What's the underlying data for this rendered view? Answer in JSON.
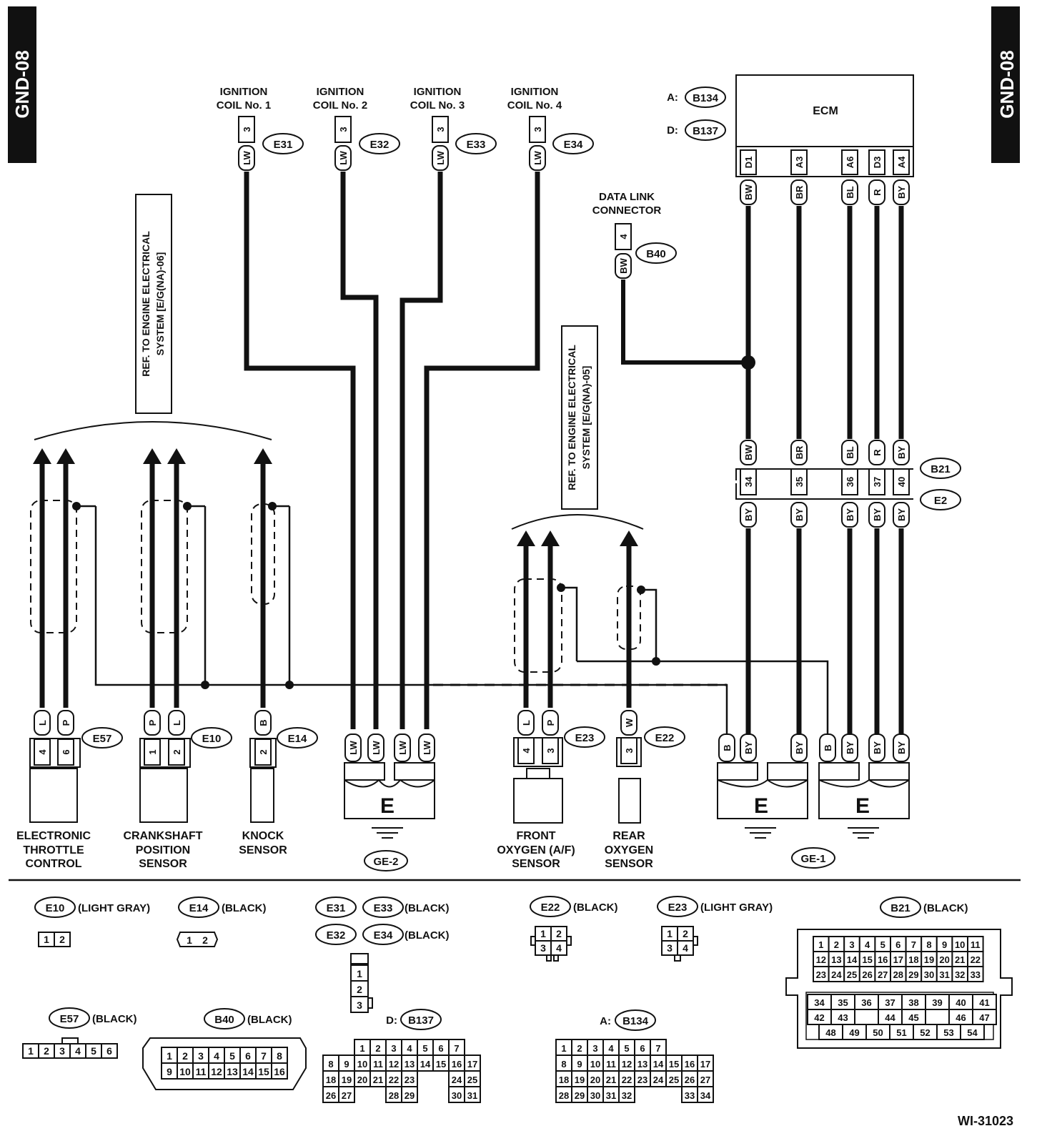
{
  "page_id": {
    "left": "GND-08",
    "right": "GND-08",
    "code": "WI-31023"
  },
  "labels": {
    "ecm": "ECM",
    "ecm_conn_a_prefix": "A:",
    "ecm_conn_a": "B134",
    "ecm_conn_d_prefix": "D:",
    "ecm_conn_d": "B137",
    "ref_left_line1": "REF. TO ENGINE ELECTRICAL",
    "ref_left_line2": "SYSTEM [E/G(NA)-06]",
    "ref_mid_line1": "REF. TO ENGINE ELECTRICAL",
    "ref_mid_line2": "SYSTEM [E/G(NA)-05]",
    "dlc_line1": "DATA LINK",
    "dlc_line2": "CONNECTOR",
    "dlc_pin": "4",
    "dlc_wire": "BW",
    "dlc_conn": "B40",
    "ground_letter": "E",
    "ge2": "GE-2",
    "ge1": "GE-1",
    "jc_top": "B21",
    "jc_bottom": "E2"
  },
  "coils": [
    {
      "line1": "IGNITION",
      "line2": "COIL No. 1",
      "pin": "3",
      "wire": "LW",
      "conn": "E31"
    },
    {
      "line1": "IGNITION",
      "line2": "COIL No. 2",
      "pin": "3",
      "wire": "LW",
      "conn": "E32"
    },
    {
      "line1": "IGNITION",
      "line2": "COIL No. 3",
      "pin": "3",
      "wire": "LW",
      "conn": "E33"
    },
    {
      "line1": "IGNITION",
      "line2": "COIL No. 4",
      "pin": "3",
      "wire": "LW",
      "conn": "E34"
    }
  ],
  "ecm_pins": [
    {
      "pin": "D1",
      "wire": "BW",
      "jc_pin": "34",
      "lower_wire": "BY"
    },
    {
      "pin": "A3",
      "wire": "BR",
      "jc_pin": "35",
      "lower_wire": "BY"
    },
    {
      "pin": "A6",
      "wire": "BL",
      "jc_pin": "36",
      "lower_wire": "BY"
    },
    {
      "pin": "D3",
      "wire": "R",
      "jc_pin": "37",
      "lower_wire": "BY"
    },
    {
      "pin": "A4",
      "wire": "BY",
      "jc_pin": "40",
      "lower_wire": "BY"
    }
  ],
  "sensors": {
    "etc": {
      "line1": "ELECTRONIC",
      "line2": "THROTTLE",
      "line3": "CONTROL",
      "conn": "E57",
      "wires": [
        "L",
        "P"
      ],
      "pins": [
        "4",
        "6"
      ]
    },
    "crank": {
      "line1": "CRANKSHAFT",
      "line2": "POSITION",
      "line3": "SENSOR",
      "conn": "E10",
      "wires": [
        "P",
        "L"
      ],
      "pins": [
        "1",
        "2"
      ]
    },
    "knock": {
      "line1": "KNOCK",
      "line2": "SENSOR",
      "conn": "E14",
      "wires": [
        "B"
      ],
      "pins": [
        "2"
      ]
    },
    "front_o2": {
      "line1": "FRONT",
      "line2": "OXYGEN (A/F)",
      "line3": "SENSOR",
      "conn": "E23",
      "wires": [
        "L",
        "P"
      ],
      "pins": [
        "4",
        "3"
      ]
    },
    "rear_o2": {
      "line1": "REAR",
      "line2": "OXYGEN",
      "line3": "SENSOR",
      "conn": "E22",
      "wires": [
        "W"
      ],
      "pins": [
        "3"
      ]
    }
  },
  "ground_wires": {
    "ge2": [
      "LW",
      "LW",
      "LW",
      "LW"
    ],
    "ge1_left": [
      "B",
      "BY",
      "BY"
    ],
    "ge1_right": [
      "B",
      "BY",
      "BY",
      "BY"
    ]
  },
  "legend": {
    "e10": {
      "id": "E10",
      "color": "(LIGHT GRAY)",
      "pins": [
        "1",
        "2"
      ]
    },
    "e14": {
      "id": "E14",
      "color": "(BLACK)",
      "pins": [
        "1",
        "2"
      ]
    },
    "e31": "E31",
    "e33": "E33",
    "e32": "E32",
    "e34": "E34",
    "coil_color_1": "(BLACK)",
    "coil_color_2": "(BLACK)",
    "coil_pins": [
      "1",
      "2",
      "3"
    ],
    "e22": {
      "id": "E22",
      "color": "(BLACK)",
      "pins": [
        "1",
        "2",
        "3",
        "4"
      ]
    },
    "e23": {
      "id": "E23",
      "color": "(LIGHT GRAY)",
      "pins": [
        "1",
        "2",
        "3",
        "4"
      ]
    },
    "b21": {
      "id": "B21",
      "color": "(BLACK)",
      "top_pins": [
        "1",
        "2",
        "3",
        "4",
        "5",
        "6",
        "7",
        "8",
        "9",
        "10",
        "11",
        "12",
        "13",
        "14",
        "15",
        "16",
        "17",
        "18",
        "19",
        "20",
        "21",
        "22",
        "23",
        "24",
        "25",
        "26",
        "27",
        "28",
        "29",
        "30",
        "31",
        "32",
        "33"
      ],
      "bottom_pins": [
        "34",
        "35",
        "36",
        "37",
        "38",
        "39",
        "40",
        "41",
        "42",
        "43",
        "",
        "44",
        "45",
        "",
        "46",
        "47",
        "48",
        "49",
        "50",
        "51",
        "52",
        "53",
        "54"
      ]
    },
    "e57": {
      "id": "E57",
      "color": "(BLACK)",
      "pins": [
        "1",
        "2",
        "3",
        "4",
        "5",
        "6"
      ]
    },
    "b40": {
      "id": "B40",
      "color": "(BLACK)",
      "pins": [
        "1",
        "2",
        "3",
        "4",
        "5",
        "6",
        "7",
        "8",
        "9",
        "10",
        "11",
        "12",
        "13",
        "14",
        "15",
        "16"
      ]
    },
    "b137": {
      "prefix": "D:",
      "id": "B137",
      "rows": [
        [
          "",
          "1",
          "2",
          "3",
          "4",
          "5",
          "6",
          "7"
        ],
        [
          "8",
          "9",
          "10",
          "11",
          "12",
          "13",
          "14",
          "15",
          "16",
          "17"
        ],
        [
          "18",
          "19",
          "20",
          "21",
          "22",
          "23",
          "",
          "",
          "24",
          "25"
        ],
        [
          "26",
          "27",
          "",
          "",
          "28",
          "29",
          "",
          "",
          "30",
          "31"
        ]
      ]
    },
    "b134": {
      "prefix": "A:",
      "id": "B134",
      "rows": [
        [
          "1",
          "2",
          "3",
          "4",
          "5",
          "6",
          "7"
        ],
        [
          "8",
          "9",
          "10",
          "11",
          "12",
          "13",
          "14",
          "15",
          "16",
          "17"
        ],
        [
          "18",
          "19",
          "20",
          "21",
          "22",
          "23",
          "24",
          "25",
          "26",
          "27"
        ],
        [
          "28",
          "29",
          "30",
          "31",
          "32",
          "",
          "",
          "",
          "33",
          "34"
        ]
      ]
    }
  }
}
